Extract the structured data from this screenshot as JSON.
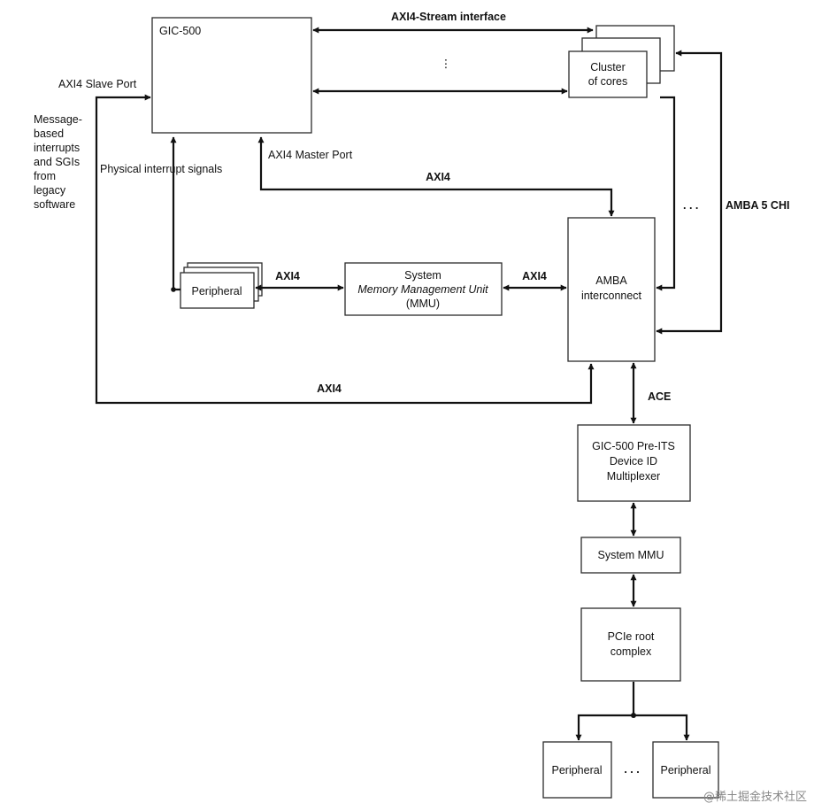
{
  "diagram": {
    "blocks": {
      "gic500": "GIC-500",
      "cluster_line1": "Cluster",
      "cluster_line2": "of cores",
      "amba_line1": "AMBA",
      "amba_line2": "interconnect",
      "peripheral_left": "Peripheral",
      "smmu_line1": "System",
      "smmu_line2": "Memory Management Unit",
      "smmu_line3": "(MMU)",
      "preits_line1": "GIC-500 Pre-ITS",
      "preits_line2": "Device ID",
      "preits_line3": "Multiplexer",
      "system_mmu": "System MMU",
      "pcie_line1": "PCIe root",
      "pcie_line2": "complex",
      "peripheral_bottom_left": "Peripheral",
      "peripheral_bottom_right": "Peripheral"
    },
    "labels": {
      "axi4_stream": "AXI4-Stream interface",
      "axi4_slave_port": "AXI4 Slave Port",
      "axi4_master_port": "AXI4 Master Port",
      "physical_interrupts": "Physical interrupt signals",
      "message_line1": "Message-",
      "message_line2": "based",
      "message_line3": "interrupts",
      "message_line4": "and SGIs",
      "message_line5": "from",
      "message_line6": "legacy",
      "message_line7": "software",
      "axi4_top": "AXI4",
      "axi4_periph_smmu": "AXI4",
      "axi4_smmu_amba": "AXI4",
      "axi4_bottom": "AXI4",
      "ace": "ACE",
      "amba5chi": "AMBA 5 CHI",
      "ellipsis_dots": ". . .",
      "vertical_dots": "⋮"
    },
    "watermark": "@稀土掘金技术社区"
  }
}
